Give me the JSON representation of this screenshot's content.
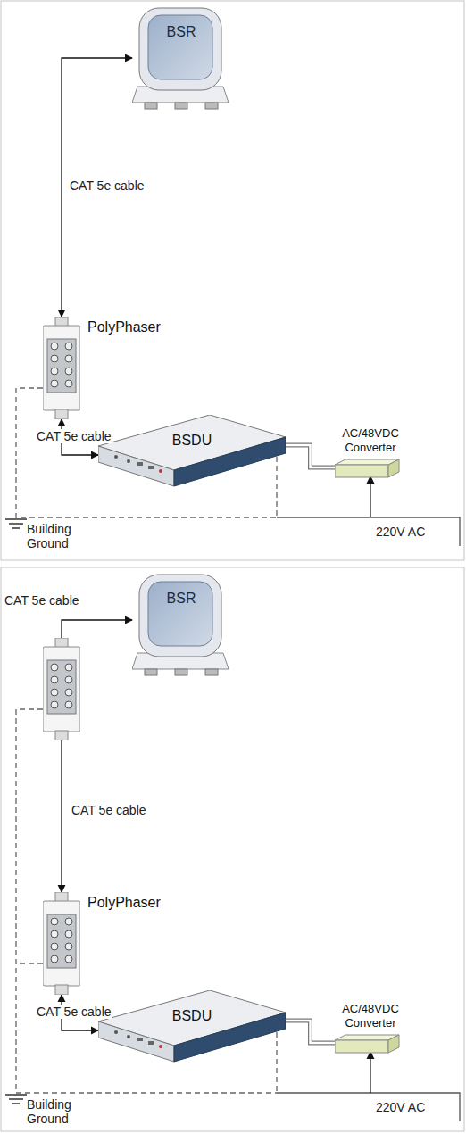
{
  "diagram": {
    "nodes": [
      {
        "text": [
          "BSR"
        ]
      },
      {
        "text": [
          "PolyPhaser"
        ]
      },
      {
        "text": [
          "BSDU"
        ]
      },
      {
        "text": [
          "AC/48VDC Converter"
        ]
      },
      {
        "text": [
          "BSR"
        ]
      },
      {
        "text": [
          "PolyPhaser"
        ]
      },
      {
        "text": [
          "BSDU"
        ]
      },
      {
        "text": [
          "AC/48VDC Converter"
        ]
      }
    ],
    "edges": [
      {
        "from": 0,
        "to": 1,
        "label": "CAT 5e cable",
        "arrow": "both"
      },
      {
        "from": 1,
        "to": 2,
        "label": "CAT 5e cable",
        "arrow": "both"
      },
      {
        "from": 2,
        "to": 3,
        "arrow": "none"
      },
      {
        "from": 4,
        "to": 5,
        "label": "CAT 5e cable",
        "arrow": "both"
      },
      {
        "from": 5,
        "to": 6,
        "label": "CAT 5e cable",
        "arrow": "both"
      },
      {
        "from": 6,
        "to": 7,
        "arrow": "none"
      }
    ],
    "labels": [
      "Building Ground",
      "220V AC",
      "CAT 5e cable",
      "Building Ground",
      "220V AC"
    ]
  }
}
